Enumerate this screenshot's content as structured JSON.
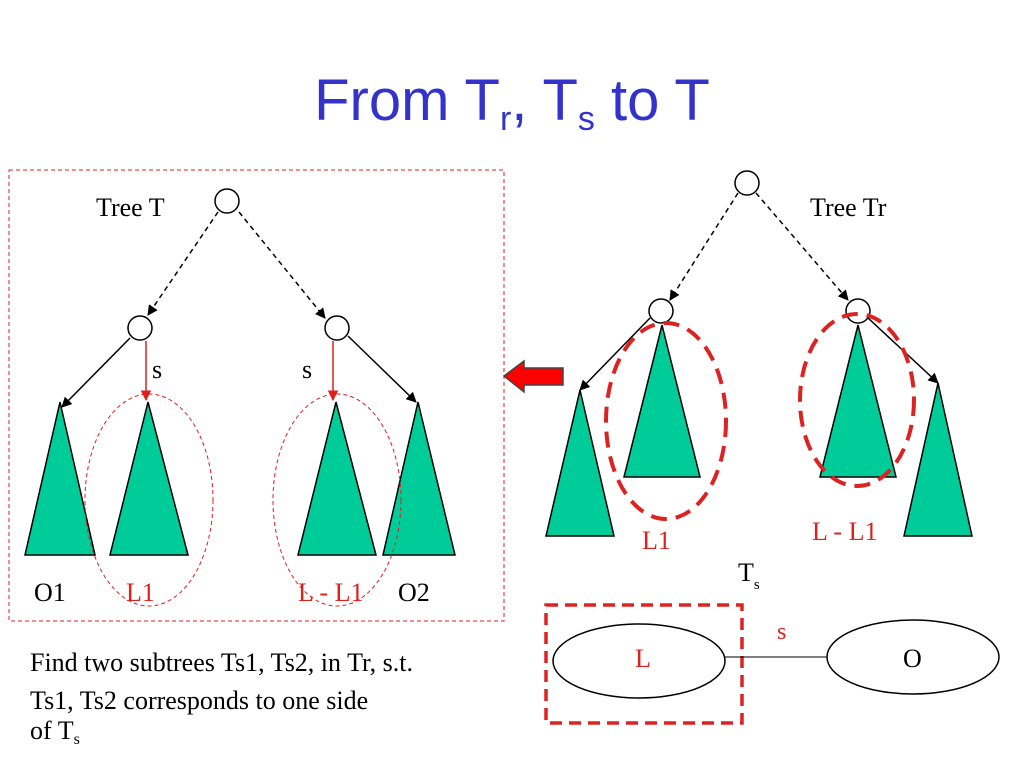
{
  "title": {
    "main": "From T",
    "sub1": "r",
    "sep": ", T",
    "sub2": "s",
    "tail": " to T"
  },
  "colors": {
    "accent": "#3333cc",
    "fill": "#00cc99",
    "red": "#e0201c",
    "dash_red": "#dd2222"
  },
  "left_panel": {
    "tree_label": "Tree T",
    "edge_left": "s",
    "edge_right": "s",
    "labels": {
      "o1": "O1",
      "l1": "L1",
      "l_minus_l1": "L - L1",
      "o2": "O2"
    }
  },
  "right_panel": {
    "tree_label": "Tree Tr",
    "l1": "L1",
    "l_minus_l1": "L - L1"
  },
  "ts": {
    "label": "T",
    "label_sub": "s",
    "edge": "s",
    "left_node": "L",
    "right_node": "O"
  },
  "caption": {
    "line1": "Find two subtrees Ts1, Ts2, in Tr, s.t.",
    "line2": "Ts1, Ts2 corresponds to one side",
    "line3": "of T",
    "line3_sub": "s"
  }
}
